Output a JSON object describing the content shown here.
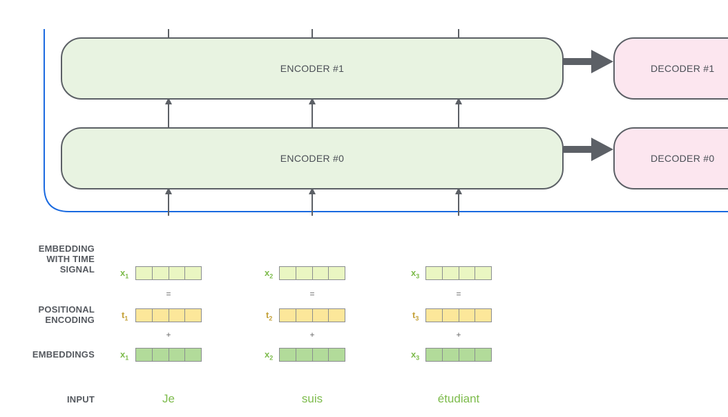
{
  "encoders": [
    {
      "label": "ENCODER #1"
    },
    {
      "label": "ENCODER #0"
    }
  ],
  "decoders": [
    {
      "label": "DECODER #1"
    },
    {
      "label": "DECODER #0"
    }
  ],
  "row_labels": {
    "embedding_with_time_signal": "EMBEDDING\nWITH TIME\nSIGNAL",
    "positional_encoding": "POSITIONAL\nENCODING",
    "embeddings": "EMBEDDINGS",
    "input": "INPUT"
  },
  "columns": [
    {
      "x_var": "x",
      "t_var": "t",
      "index": "1",
      "word": "Je"
    },
    {
      "x_var": "x",
      "t_var": "t",
      "index": "2",
      "word": "suis"
    },
    {
      "x_var": "x",
      "t_var": "t",
      "index": "3",
      "word": "étudiant"
    }
  ],
  "operators": {
    "equals": "=",
    "plus": "+"
  },
  "colors": {
    "encoder_fill": "#e8f3e1",
    "decoder_fill": "#fce6ef",
    "frame_stroke": "#1a6ae0",
    "time_signal_fill": "#eaf6c2",
    "positional_fill": "#fce79a",
    "embedding_fill": "#b2db9a",
    "word_color": "#7dbb4c"
  }
}
